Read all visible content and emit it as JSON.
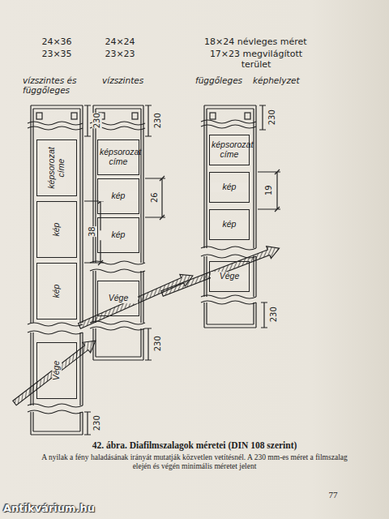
{
  "diagram": {
    "caption": "42. ábra. Diafilmszalagok méretei (DIN 108 szerint)",
    "nodes": [
      {
        "text": [
          "képsorozat címe"
        ]
      },
      {
        "text": [
          "kép"
        ]
      },
      {
        "text": [
          "kép"
        ]
      },
      {
        "text": [
          "Vége"
        ]
      },
      {
        "text": [
          "képsorozat címe"
        ]
      },
      {
        "text": [
          "kép"
        ]
      },
      {
        "text": [
          "kép"
        ]
      },
      {
        "text": [
          "Vége"
        ]
      },
      {
        "text": [
          "képsorozat címe"
        ]
      },
      {
        "text": [
          "kép"
        ]
      },
      {
        "text": [
          "kép"
        ]
      },
      {
        "text": [
          "Vége"
        ]
      }
    ],
    "labels": [
      "24×36",
      "23×35",
      "24×24",
      "23×23",
      "18×24 névleges méret",
      "17×23 megvilágított terület",
      "vízszintes és függőleges",
      "vízszintes",
      "függőleges",
      "képhelyzet",
      "230",
      "38",
      "230",
      "230",
      "26",
      "230",
      "230",
      "19",
      "230",
      "A nyilak a fény haladásának irányát mutatják közvetlen vetítésnél. A 230 mm-es méret a filmszalag elején és végén minimális méretet jelent",
      "77",
      "Antikvárium.hu"
    ]
  }
}
